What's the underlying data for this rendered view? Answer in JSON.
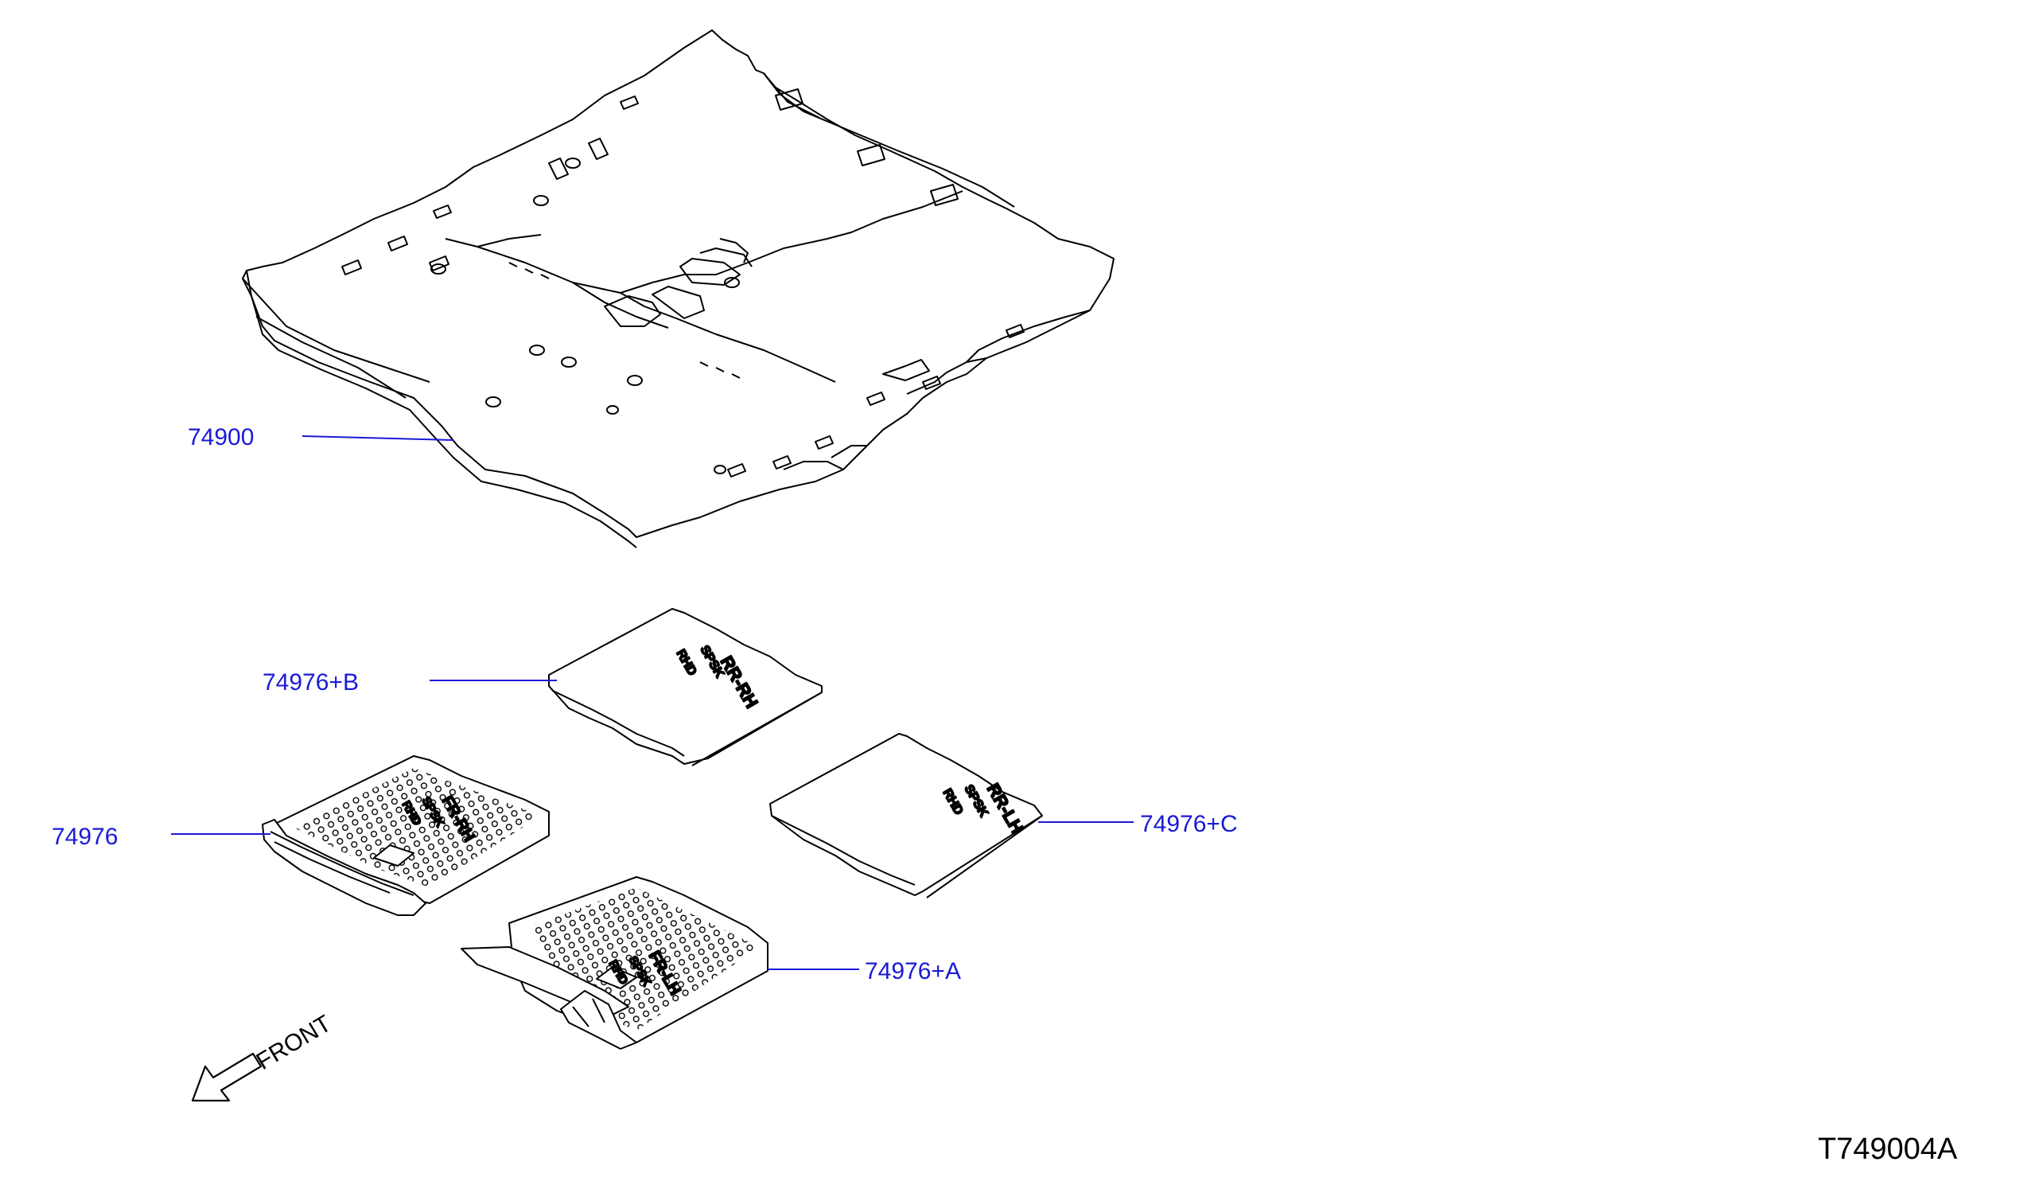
{
  "callouts": {
    "floor_carpet": "74900",
    "mat_rear": "74976+B",
    "mat_driver": "74976",
    "mat_rear_lh": "74976+C",
    "mat_passenger": "74976+A"
  },
  "front_indicator": "FRONT",
  "diagram_code": "T749004A",
  "mat_markings": {
    "rr_rh": [
      "RR-RH",
      "SPSK",
      "RHD"
    ],
    "rr_lh": [
      "RR-LH",
      "SPSK",
      "RHD"
    ],
    "fr_rh": [
      "FR-RH",
      "SPSK",
      "RHD"
    ],
    "fr_lh": [
      "FR-LH",
      "SPSK",
      "RHD"
    ]
  },
  "colors": {
    "callout": "#1a1ad6",
    "line": "#000000",
    "leader": "#1a1ad6"
  }
}
